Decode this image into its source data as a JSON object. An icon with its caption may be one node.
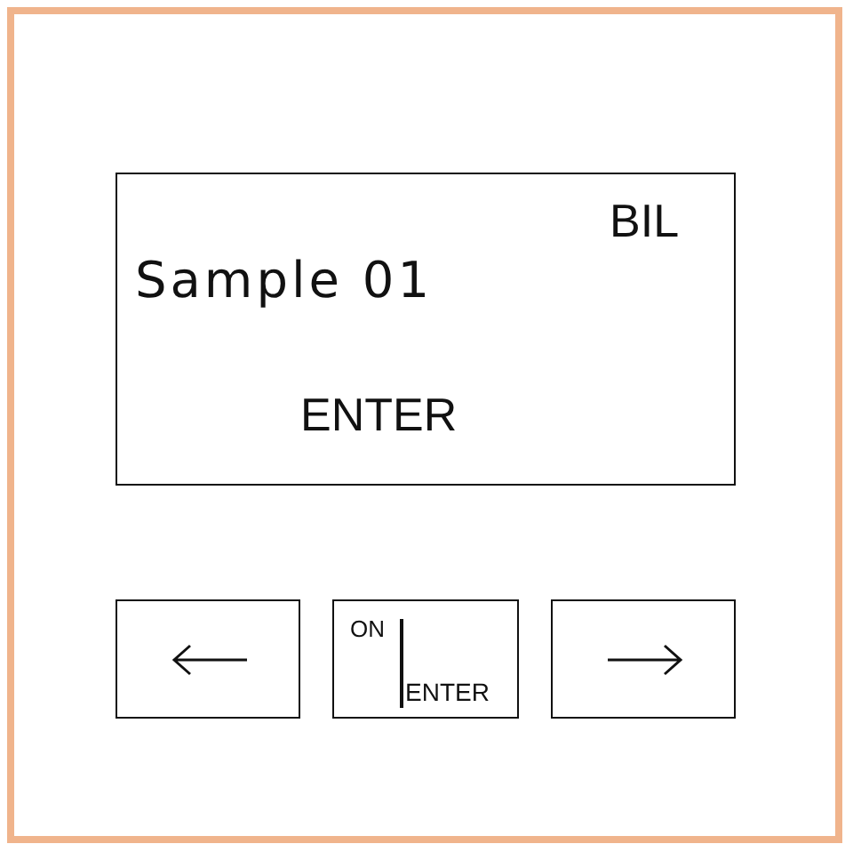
{
  "diagram": {
    "nodes": [
      {
        "text": [
          "BIL",
          "Sample 01",
          "ENTER"
        ]
      },
      {
        "text": [],
        "shape": "box"
      },
      {
        "text": [
          "ON",
          "ENTER"
        ]
      },
      {
        "text": [],
        "shape": "box"
      }
    ]
  }
}
